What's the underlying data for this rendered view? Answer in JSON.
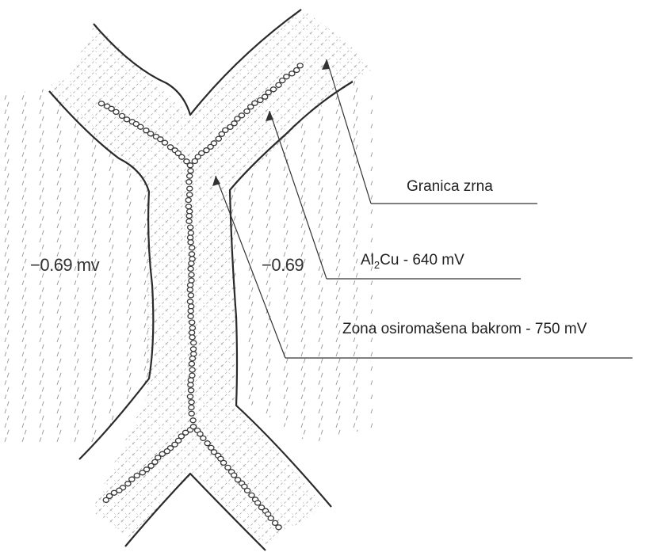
{
  "labels": {
    "grain_boundary": "Granica zrna",
    "precipitate_prefix": "Al",
    "precipitate_sub": "2",
    "precipitate_suffix": "Cu - 640 mV",
    "depleted_zone": "Zona osiromašena bakrom - 750 mV"
  },
  "potentials": {
    "left": "−0.69 mv",
    "right": "−0.69"
  },
  "colors": {
    "line": "#2a2a2a",
    "hatch": "#8a8a8a",
    "precipitate": "#3a3a3a"
  }
}
